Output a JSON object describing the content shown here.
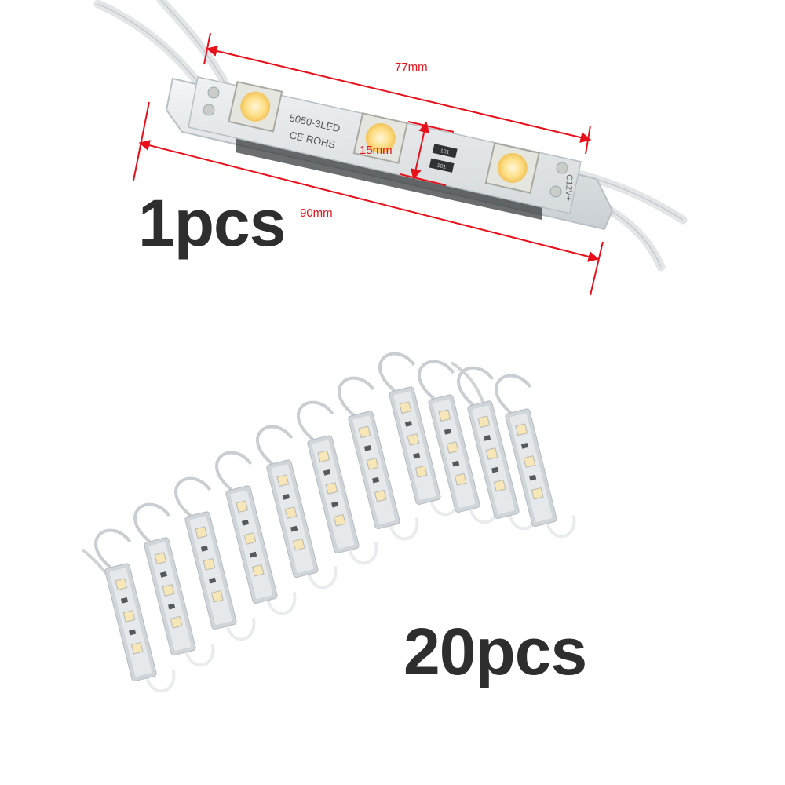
{
  "photo": {
    "background": "#ffffff",
    "accent": "#e8101a"
  },
  "single_module": {
    "quantity_label": "1pcs",
    "model_text": "5050-3LED",
    "cert_text": "CE ROHS",
    "component_text_1": "101",
    "component_text_2": "101",
    "edge_text": "C12V+",
    "dim_inner_length": "77mm",
    "dim_outer_length": "90mm",
    "dim_width": "15mm"
  },
  "module_pack": {
    "quantity_label": "20pcs"
  }
}
